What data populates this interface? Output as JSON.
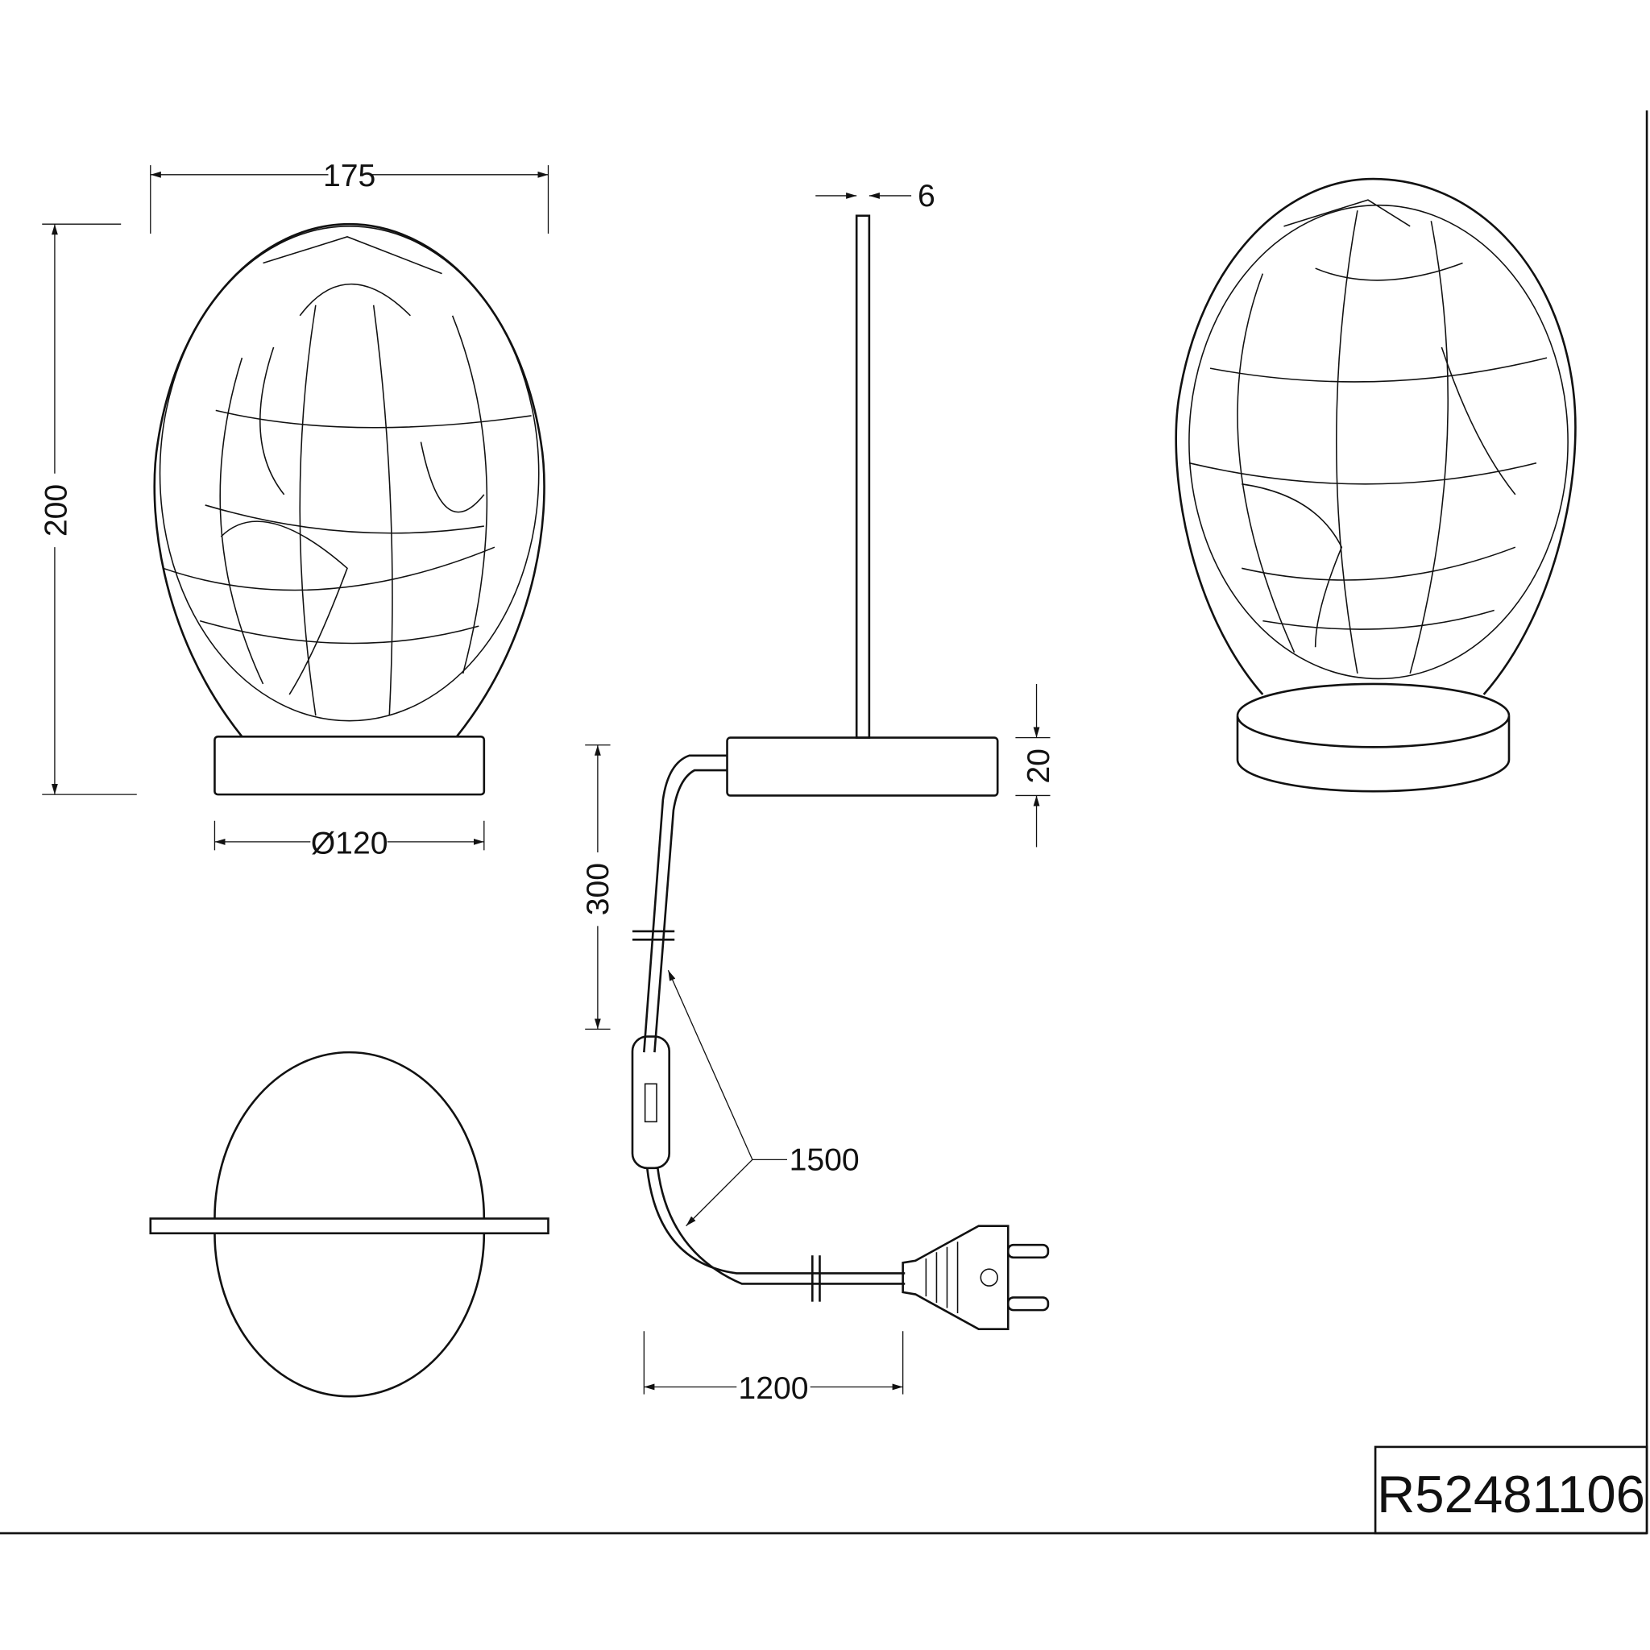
{
  "dimensions": {
    "width": "175",
    "height": "200",
    "base_diameter": "Ø120",
    "plate_thickness": "6",
    "base_height": "20",
    "cord_to_switch": "300",
    "cord_total": "1500",
    "switch_to_plug": "1200"
  },
  "title_block": {
    "part_number": "R52481106"
  }
}
